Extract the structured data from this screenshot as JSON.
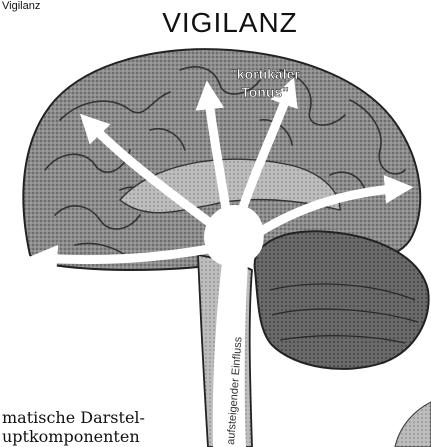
{
  "header_fragment": "Vigilanz",
  "title": "VIGILANZ",
  "label_cortical_tone": {
    "line1": "\"kortikaler",
    "line2": "Tonus\""
  },
  "label_brainstem": "aufsteigender Einfluss",
  "caption_fragment": {
    "line1": "matische Darstel-",
    "line2": "uptkomponenten"
  }
}
